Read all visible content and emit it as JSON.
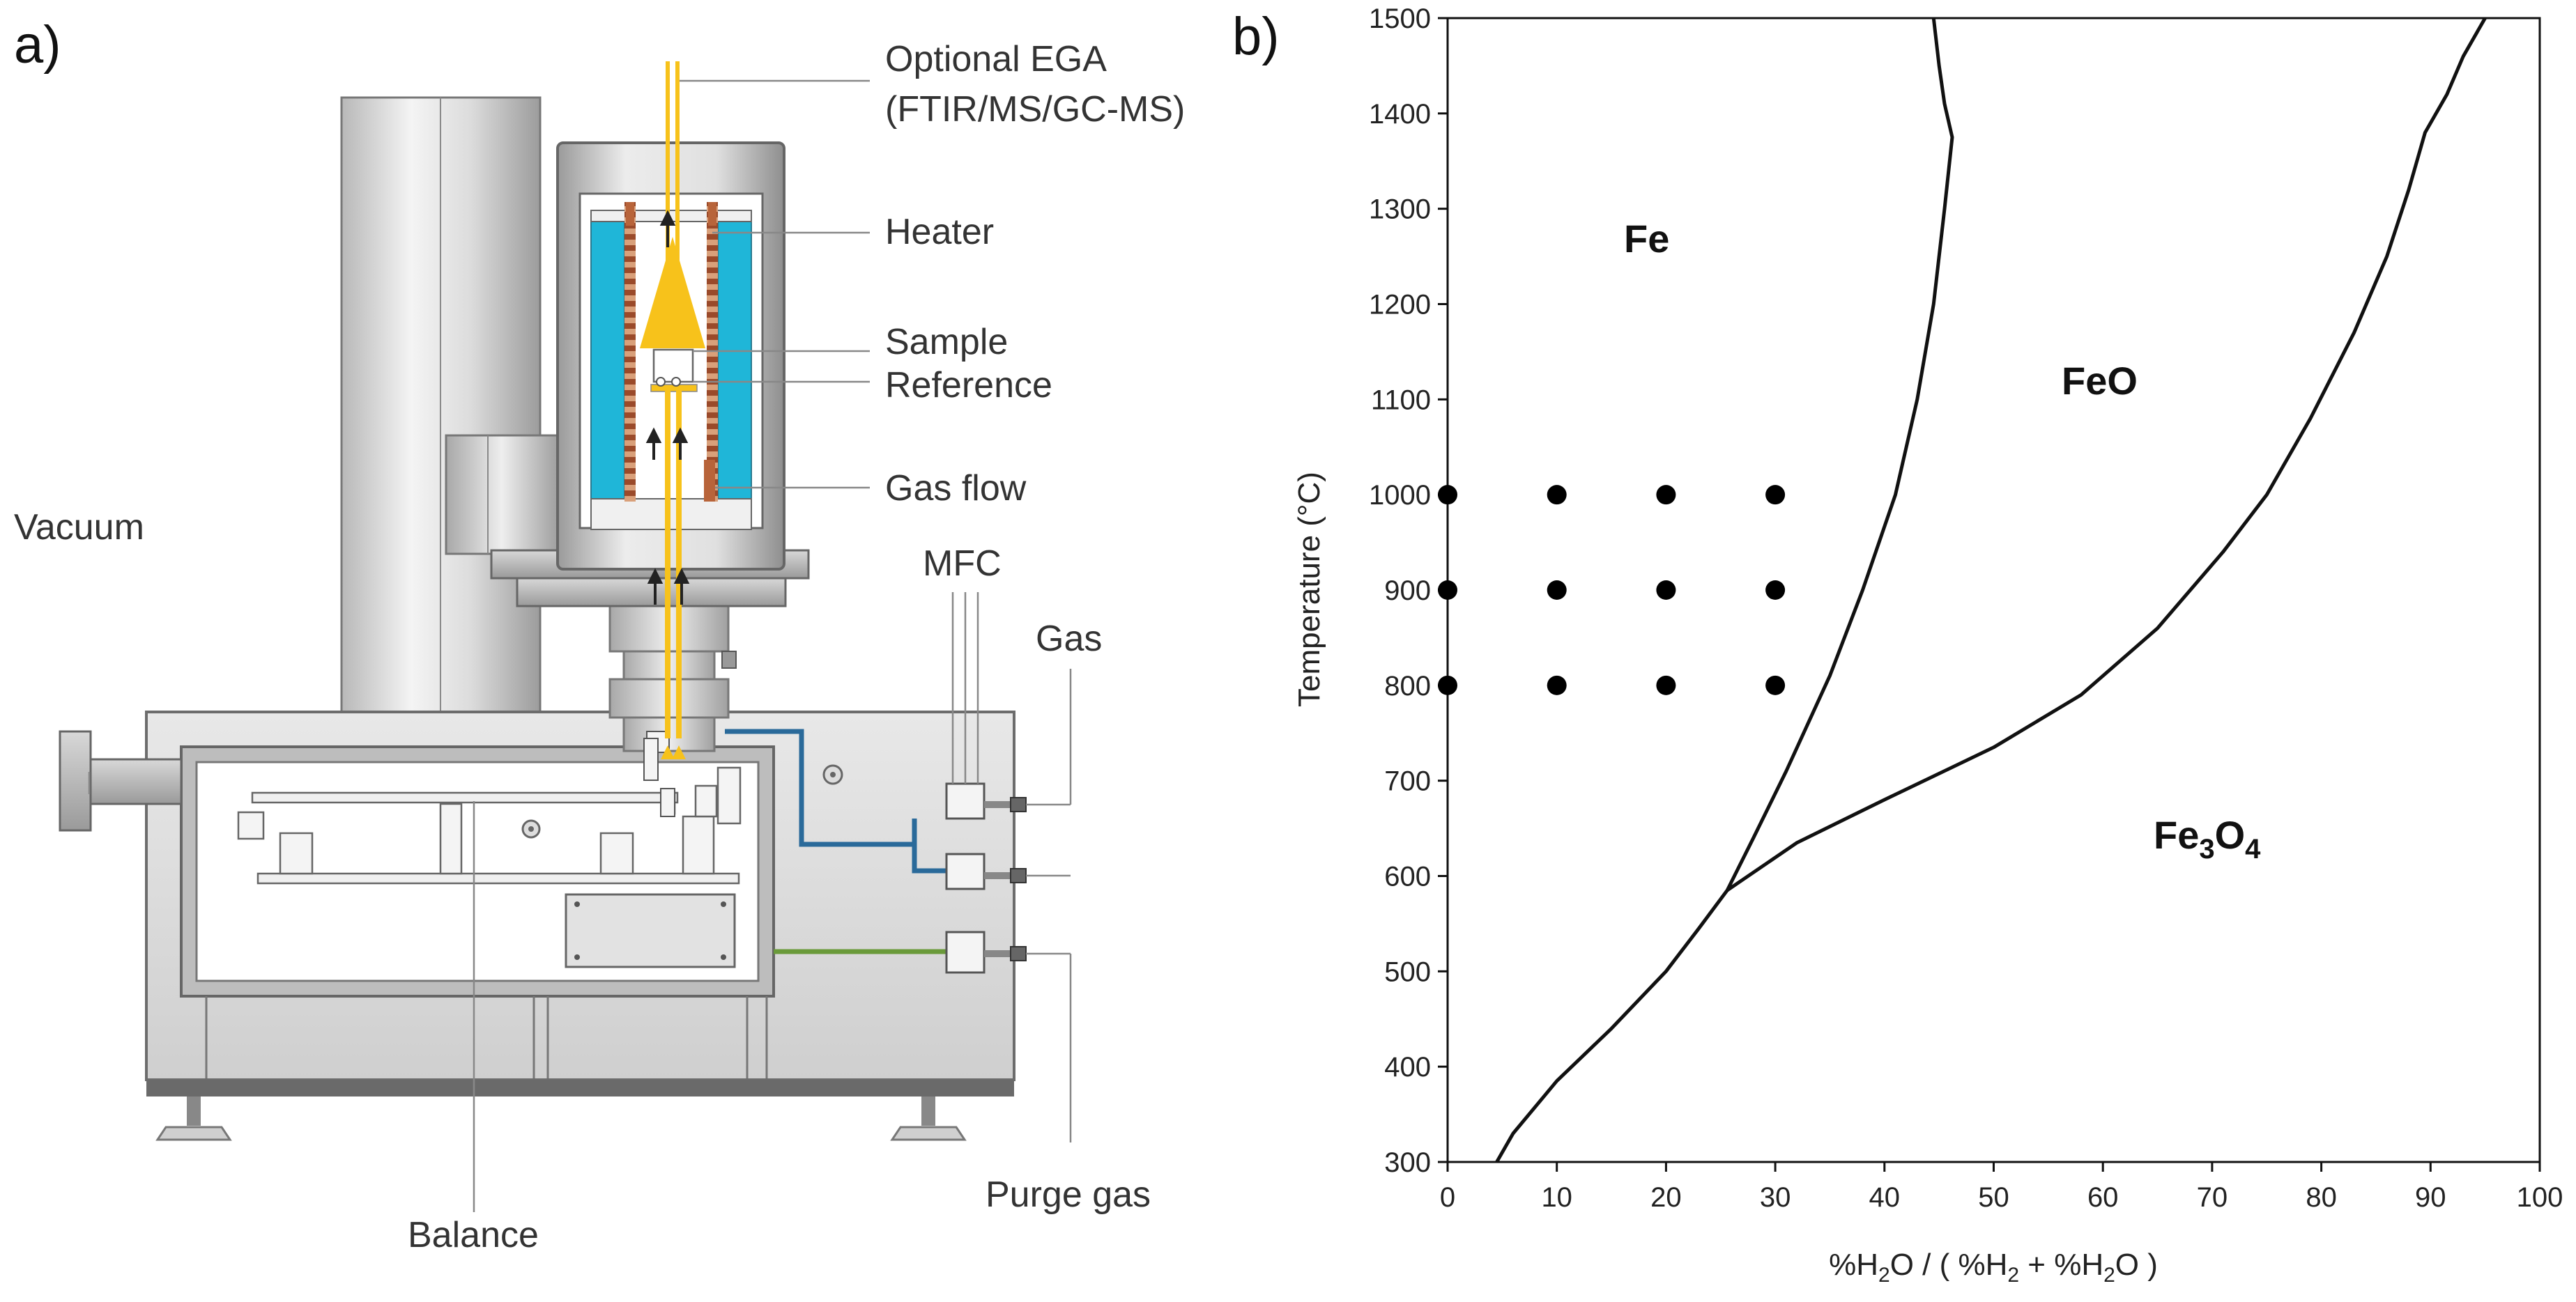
{
  "panel_a": {
    "letter": "a)",
    "labels": {
      "ega_line1": "Optional EGA",
      "ega_line2": "(FTIR/MS/GC-MS)",
      "heater": "Heater",
      "sample": "Sample",
      "reference": "Reference",
      "gas_flow": "Gas flow",
      "vacuum": "Vacuum",
      "mfc": "MFC",
      "gas": "Gas",
      "balance": "Balance",
      "purge_gas": "Purge gas"
    },
    "colors": {
      "heater_blue": "#1fb6d8",
      "gas_beam": "#f7c21b",
      "gas_line": "#2a6a9a",
      "purge_line": "#6a9a3a",
      "element_copper": "#b8643a",
      "housing": "#e2e2e2"
    }
  },
  "chart_data": {
    "type": "phase-diagram",
    "panel_letter": "b)",
    "xlabel_pre": "%H",
    "xlabel_sub1": "2",
    "xlabel_mid1": "O / ( %H",
    "xlabel_sub2": "2",
    "xlabel_mid2": " + %H",
    "xlabel_sub3": "2",
    "xlabel_post": "O )",
    "ylabel": "Temperature (°C)",
    "xlim": [
      0,
      100
    ],
    "ylim": [
      300,
      1500
    ],
    "x_ticks": [
      "0",
      "10",
      "20",
      "30",
      "40",
      "50",
      "60",
      "70",
      "80",
      "90",
      "100"
    ],
    "y_ticks": [
      "300",
      "400",
      "500",
      "600",
      "700",
      "800",
      "900",
      "1000",
      "1100",
      "1200",
      "1300",
      "1400",
      "1500"
    ],
    "grid": false,
    "regions": {
      "fe": "Fe",
      "feo": "FeO",
      "fe3o4_a": "Fe",
      "fe3o4_sub1": "3",
      "fe3o4_b": "O",
      "fe3o4_sub2": "4"
    },
    "boundaries": [
      {
        "id": "fe-feo_and_fe-fe3o4",
        "points": [
          [
            4.5,
            300
          ],
          [
            6,
            330
          ],
          [
            10,
            385
          ],
          [
            15,
            440
          ],
          [
            20,
            500
          ],
          [
            23,
            545
          ],
          [
            25.6,
            585
          ],
          [
            28,
            640
          ],
          [
            31,
            710
          ],
          [
            35,
            810
          ],
          [
            38,
            900
          ],
          [
            41,
            1000
          ],
          [
            43,
            1100
          ],
          [
            44.5,
            1200
          ],
          [
            45.5,
            1300
          ],
          [
            46.2,
            1375
          ],
          [
            45.5,
            1410
          ],
          [
            45,
            1450
          ],
          [
            44.5,
            1500
          ]
        ]
      },
      {
        "id": "feo-fe3o4",
        "points": [
          [
            25.6,
            585
          ],
          [
            32,
            635
          ],
          [
            40,
            680
          ],
          [
            50,
            735
          ],
          [
            58,
            790
          ],
          [
            65,
            860
          ],
          [
            71,
            940
          ],
          [
            75,
            1000
          ],
          [
            79,
            1080
          ],
          [
            83,
            1170
          ],
          [
            86,
            1250
          ],
          [
            88,
            1320
          ],
          [
            89.5,
            1380
          ],
          [
            91.5,
            1420
          ],
          [
            93,
            1460
          ],
          [
            95,
            1500
          ]
        ]
      }
    ],
    "experiment_points": [
      [
        0,
        800
      ],
      [
        10,
        800
      ],
      [
        20,
        800
      ],
      [
        30,
        800
      ],
      [
        0,
        900
      ],
      [
        10,
        900
      ],
      [
        20,
        900
      ],
      [
        30,
        900
      ],
      [
        0,
        1000
      ],
      [
        10,
        1000
      ],
      [
        20,
        1000
      ],
      [
        30,
        1000
      ]
    ]
  }
}
